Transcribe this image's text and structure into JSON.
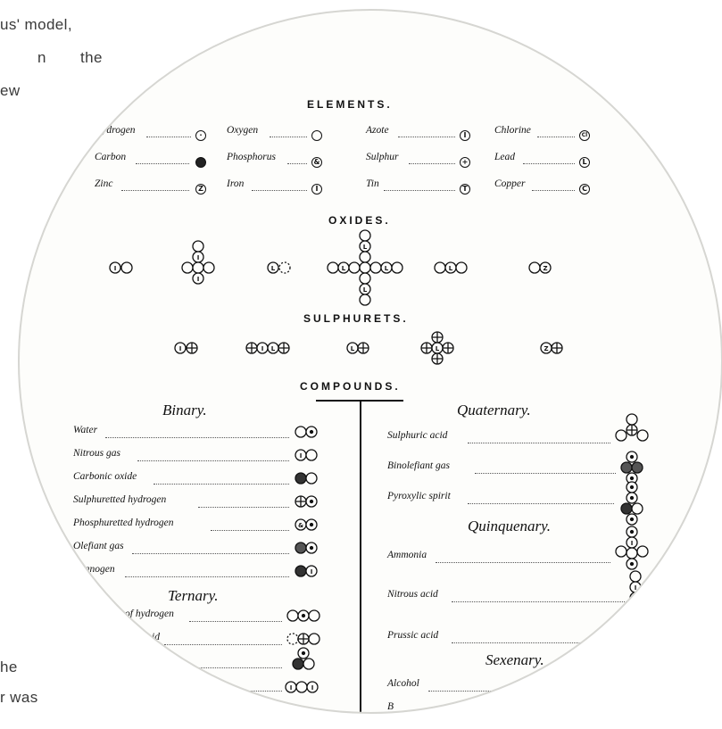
{
  "side_text": {
    "line1": "us' model,",
    "line2_a": "n",
    "line2_b": "the",
    "line3": "ew",
    "line4": "he",
    "line5": "r was"
  },
  "headings": {
    "elements": "ELEMENTS.",
    "oxides": "OXIDES.",
    "sulphurets": "SULPHURETS.",
    "compounds": "COMPOUNDS."
  },
  "elements": [
    {
      "name": "Hydrogen",
      "symbol": "·"
    },
    {
      "name": "Oxygen",
      "symbol": ""
    },
    {
      "name": "Azote",
      "symbol": "I"
    },
    {
      "name": "Chlorine",
      "symbol": "Cl"
    },
    {
      "name": "Carbon",
      "symbol": "●"
    },
    {
      "name": "Phosphorus",
      "symbol": "&"
    },
    {
      "name": "Sulphur",
      "symbol": "+"
    },
    {
      "name": "Lead",
      "symbol": "L"
    },
    {
      "name": "Zinc",
      "symbol": "Z"
    },
    {
      "name": "Iron",
      "symbol": "I"
    },
    {
      "name": "Tin",
      "symbol": "T"
    },
    {
      "name": "Copper",
      "symbol": "C"
    }
  ],
  "subheadings": {
    "binary": "Binary.",
    "ternary": "Ternary.",
    "quaternary": "Quaternary.",
    "quinquenary": "Quinquenary.",
    "sexenary": "Sexenary."
  },
  "binary": [
    "Water",
    "Nitrous gas",
    "Carbonic oxide",
    "Sulphuretted hydrogen",
    "Phosphuretted hydrogen",
    "Olefiant gas",
    "Cyanogen"
  ],
  "ternary": [
    "of hydrogen",
    "id"
  ],
  "quaternary": [
    "Sulphuric acid",
    "Binolefiant gas",
    "Pyroxylic spirit"
  ],
  "quinquenary": [
    "Ammonia",
    "Nitrous acid",
    "Prussic acid"
  ],
  "sexenary": [
    "Alcohol",
    "B"
  ]
}
